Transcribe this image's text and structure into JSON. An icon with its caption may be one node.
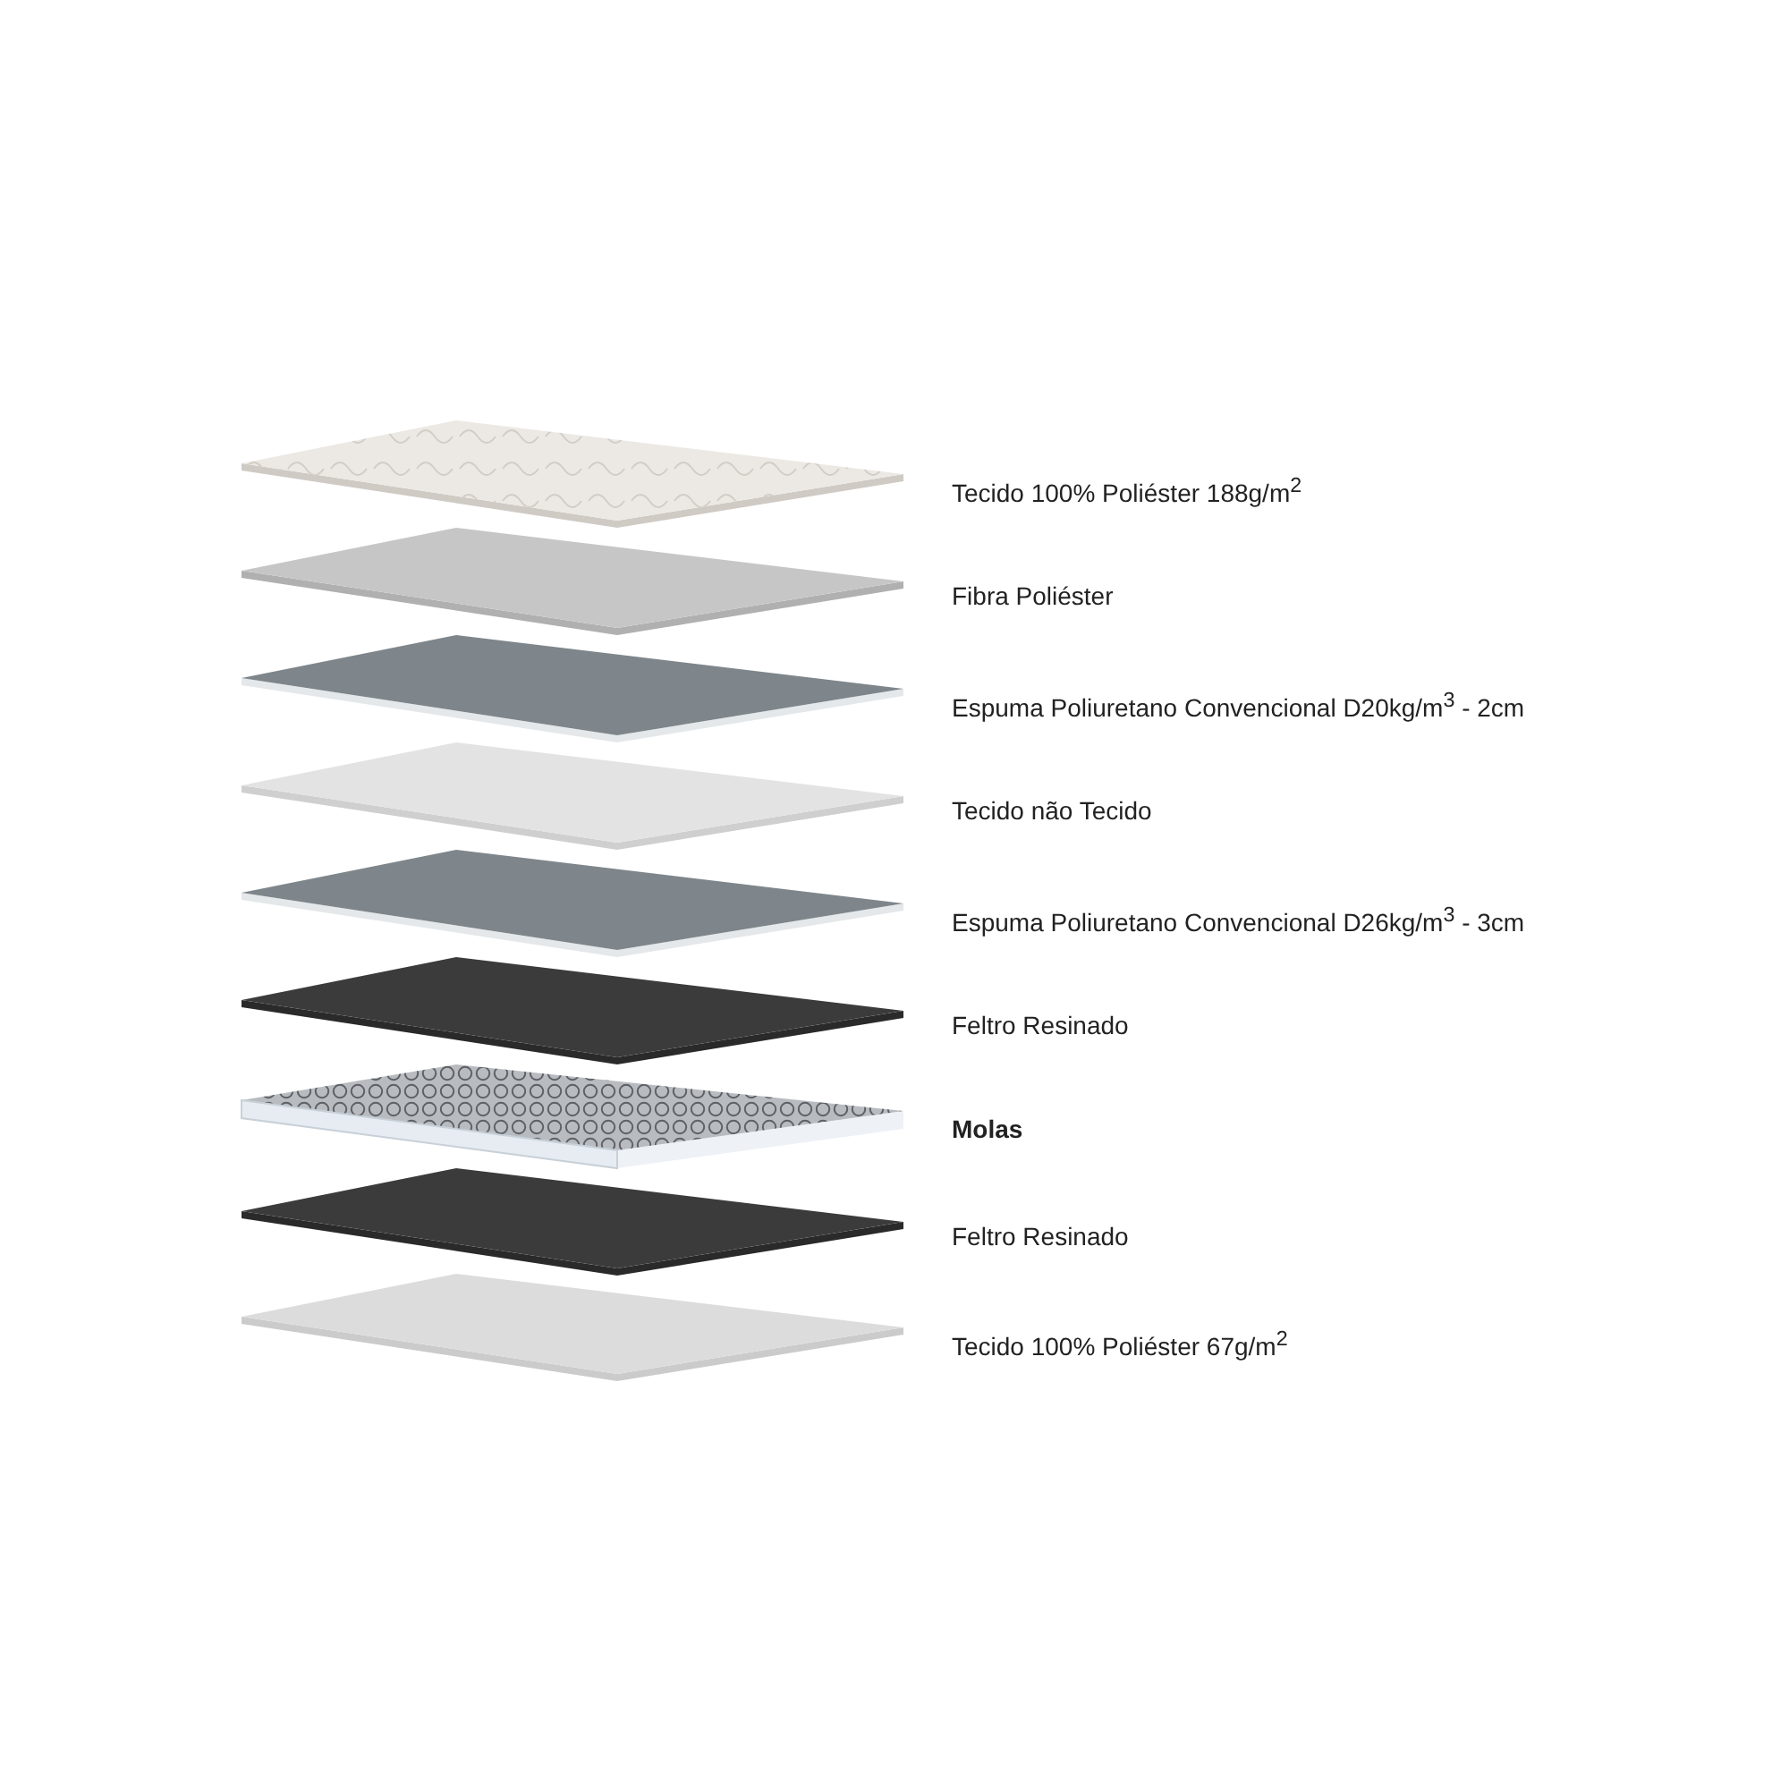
{
  "diagram": {
    "nodes": [
      {
        "text": [],
        "shape": "picture",
        "beside": [
          "Tecido 100% Poliéster 188g/m$^{2}$"
        ]
      },
      {
        "text": [],
        "shape": "picture",
        "beside": [
          "Fibra Poliéster"
        ]
      },
      {
        "text": [],
        "shape": "picture",
        "beside": [
          "Espuma Poliuretano Convencional D20kg/m$^{3}$ - 2cm"
        ]
      },
      {
        "text": [],
        "shape": "picture",
        "beside": [
          "Tecido não Tecido"
        ]
      },
      {
        "text": [],
        "shape": "picture",
        "beside": [
          "Espuma Poliuretano Convencional D26kg/m$^{3}$ - 3cm"
        ]
      },
      {
        "text": [],
        "shape": "picture",
        "beside": [
          "Feltro Resinado"
        ]
      },
      {
        "text": [],
        "shape": "picture",
        "beside": [
          "Molas"
        ]
      },
      {
        "text": [],
        "shape": "picture",
        "beside": [
          "Feltro Resinado"
        ]
      },
      {
        "text": [],
        "shape": "picture",
        "beside": [
          "Tecido 100% Poliéster 67g/m$^{2}$"
        ]
      }
    ]
  }
}
